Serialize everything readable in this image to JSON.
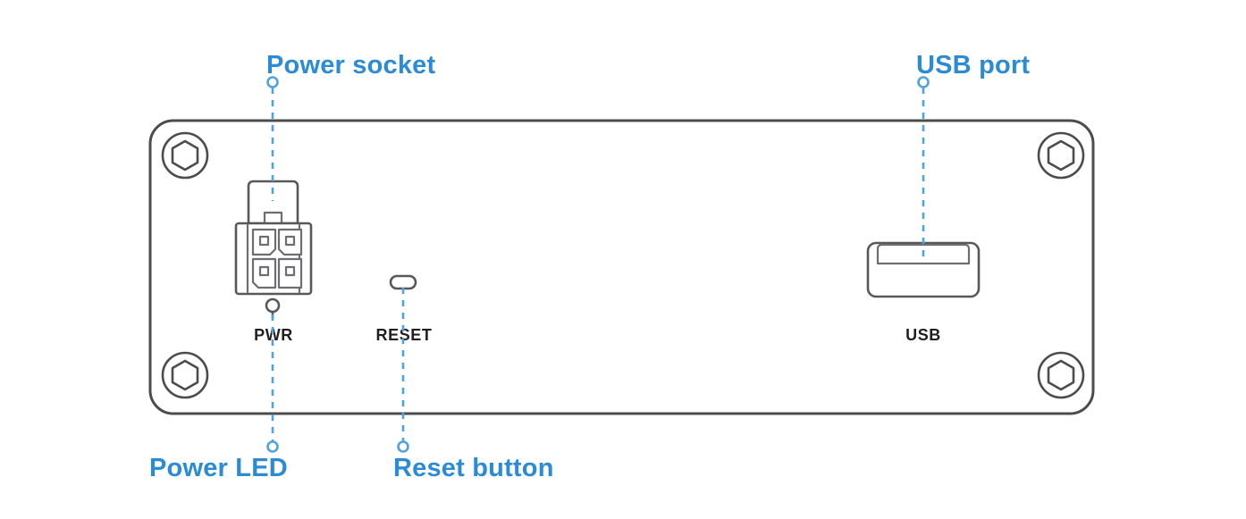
{
  "diagram": {
    "title": "Device rear panel port diagram",
    "colors": {
      "callout_text": "#2b8bd4",
      "leader_line": "#4ea3dd",
      "panel_stroke": "#4c4c4e",
      "part_stroke": "#58585b",
      "port_label_text": "#231f20",
      "background": "#ffffff"
    },
    "callouts": [
      {
        "id": "power-socket",
        "label": "Power socket",
        "position": "top"
      },
      {
        "id": "usb-port",
        "label": "USB port",
        "position": "top"
      },
      {
        "id": "power-led",
        "label": "Power LED",
        "position": "bottom"
      },
      {
        "id": "reset-button",
        "label": "Reset button",
        "position": "bottom"
      }
    ],
    "port_labels": [
      {
        "id": "pwr",
        "label": "PWR"
      },
      {
        "id": "reset",
        "label": "RESET"
      },
      {
        "id": "usb",
        "label": "USB"
      }
    ],
    "components": [
      {
        "id": "power-connector",
        "type": "4-pin-molex-connector",
        "pins": 4
      },
      {
        "id": "power-led-indicator",
        "type": "led-indicator"
      },
      {
        "id": "reset-switch",
        "type": "pill-button"
      },
      {
        "id": "usb-connector",
        "type": "usb-type-a-port"
      },
      {
        "id": "screws",
        "type": "hex-socket-screw",
        "count": 4
      }
    ]
  }
}
